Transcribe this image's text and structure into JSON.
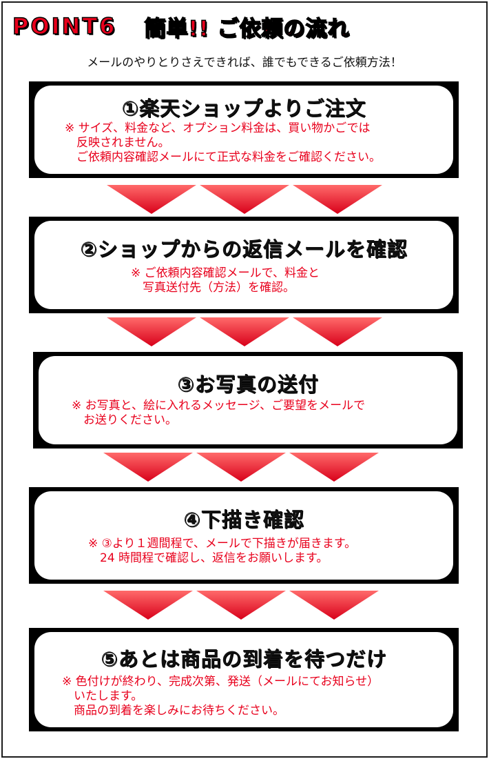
{
  "header": {
    "point_label": "POINT6",
    "title": "簡単!! ご依頼の流れ"
  },
  "subtitle": "メールのやりとりさえできれば、誰でもできるご依頼方法！",
  "steps": [
    {
      "title": "①楽天ショップよりご注文",
      "notes": [
        "※ サイズ、料金など、オプション料金は、買い物かごでは",
        "　反映されません。",
        "　ご依頼内容確認メールにて正式な料金をご確認ください。"
      ]
    },
    {
      "title": "②ショップからの返信メールを確認",
      "notes": [
        "※ ご依頼内容確認メールで、料金と",
        "　写真送付先（方法）を確認。"
      ]
    },
    {
      "title": "③お写真の送付",
      "notes": [
        "※ お写真と、絵に入れるメッセージ、ご要望をメールで",
        "　お送りください。"
      ]
    },
    {
      "title": "④下描き確認",
      "notes": [
        "※ ③より１週間程で、メールで下描きが届きます。",
        "　24 時間程で確認し、返信をお願いします。"
      ]
    },
    {
      "title": "⑤あとは商品の到着を待つだけ",
      "notes": [
        "※ 色付けが終わり、完成次第、発送（メールにてお知らせ）",
        "　いたします。",
        "　商品の到着を楽しみにお待ちください。"
      ]
    }
  ],
  "colors": {
    "accent": "#e8001c",
    "arrow_light": "#ff6a6a",
    "arrow_dark": "#d8001a",
    "box_border": "#000000"
  }
}
